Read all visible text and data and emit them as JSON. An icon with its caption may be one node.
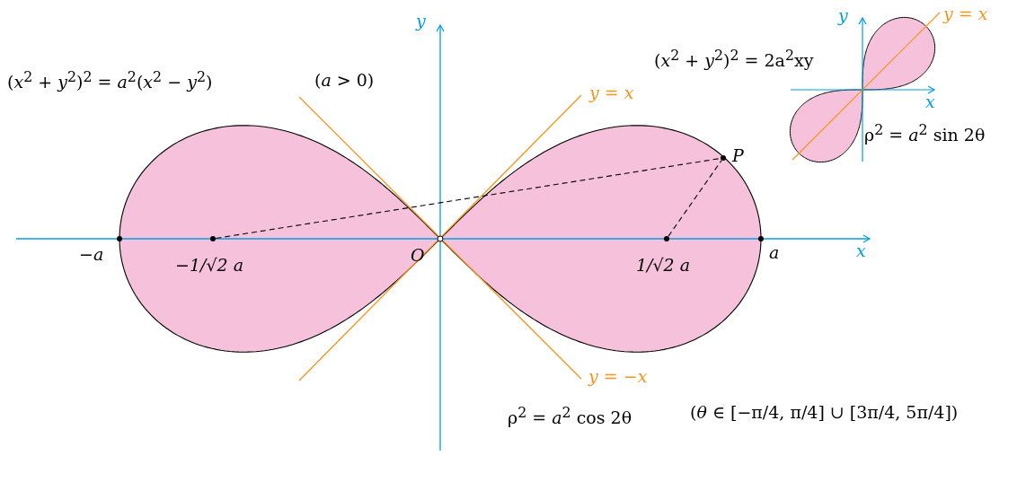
{
  "diagram": {
    "nodes": [
      {
        "text": [],
        "shape": "circle"
      },
      {
        "text": [],
        "shape": "circle"
      },
      {
        "text": [],
        "shape": "circle"
      }
    ],
    "edges": [
      {
        "from": 0,
        "to": 2,
        "arrow": "none",
        "style": "dashed"
      },
      {
        "from": 1,
        "to": 2,
        "arrow": "none",
        "style": "dashed"
      }
    ],
    "labels": [
      "y",
      "y",
      "y = x",
      "(*x*$^{2}$ + *y*$^{2}$)$^{2}$ = 2a$^{2}$xy",
      "(*x*$^{2}$ + *y*$^{2}$)$^{2}$ = *a*$^{2}$(*x*$^{2}$ − *y*$^{2}$)",
      "(*a* > 0)",
      "y = x",
      "x",
      "ρ$^{2}$ = *a*$^{2}$ sin 2θ",
      "P",
      "−a",
      "O",
      "−1/√2 a",
      "1/√2 a",
      "a",
      "x",
      "y = −x",
      "ρ$^{2}$ = *a*$^{2}$ cos 2θ",
      "(*θ* ∈ [−π/4, π/4] ∪ [3π/4, 5π/4])"
    ]
  }
}
